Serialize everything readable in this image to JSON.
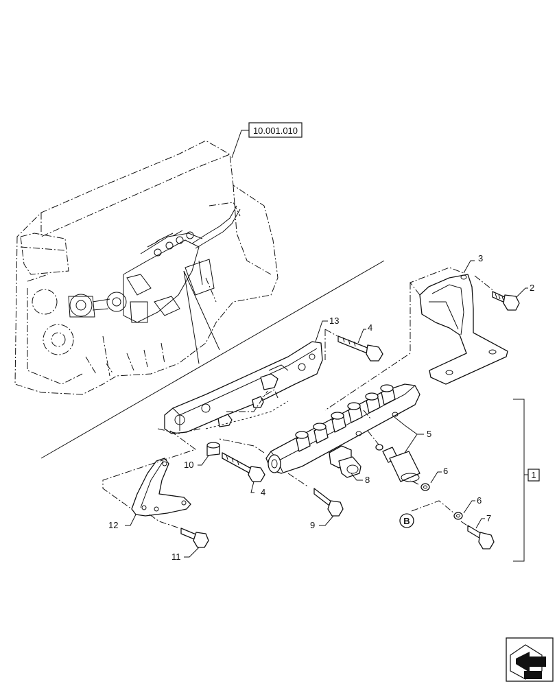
{
  "reference_box": "10.001.010",
  "callouts": {
    "c1": "1",
    "c2": "2",
    "c3": "3",
    "c4a": "4",
    "c4b": "4",
    "c5": "5",
    "c6a": "6",
    "c6b": "6",
    "c7": "7",
    "c8": "8",
    "c9": "9",
    "c10": "10",
    "c11": "11",
    "c12": "12",
    "c13": "13"
  },
  "view_marker": "B",
  "nav_icon": "next-page-arrow-icon"
}
